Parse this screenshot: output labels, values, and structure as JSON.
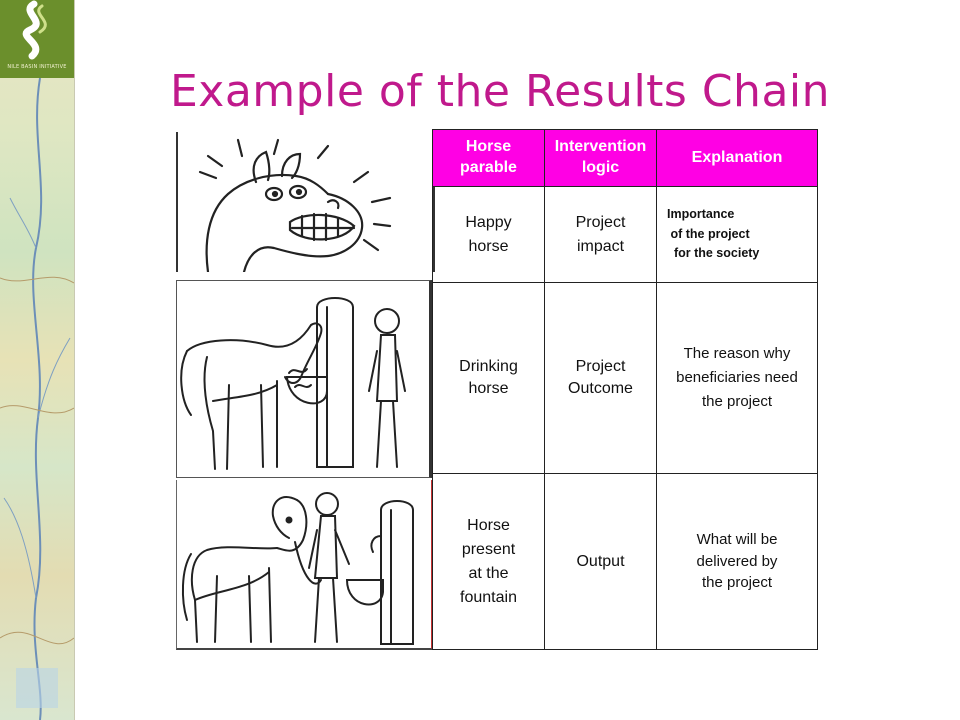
{
  "slide": {
    "title": "Example of the Results Chain",
    "logo_text": "NILE BASIN INITIATIVE"
  },
  "table": {
    "headers": [
      "Horse\nparable",
      "Intervention\nlogic",
      "Explanation"
    ],
    "rows": [
      {
        "horse": "Happy\nhorse",
        "logic": "Project\nimpact",
        "explanation": "Importance\n of the project\n  for the society"
      },
      {
        "horse": "Drinking\nhorse",
        "logic": "Project\nOutcome",
        "explanation": "The reason why\nbeneficiaries need\nthe project"
      },
      {
        "horse": "Horse\npresent\nat the\nfountain",
        "logic": "Output",
        "explanation": "What will be\ndelivered by\nthe project"
      }
    ]
  },
  "images": [
    {
      "icon": "happy-horse-cartoon-icon"
    },
    {
      "icon": "drinking-horse-cartoon-icon"
    },
    {
      "icon": "horse-at-fountain-cartoon-icon"
    }
  ],
  "colors": {
    "title": "#c0198c",
    "header_bg": "#ff00e4",
    "header_text": "#ffffff",
    "logo_bg": "#6b8f2c"
  }
}
